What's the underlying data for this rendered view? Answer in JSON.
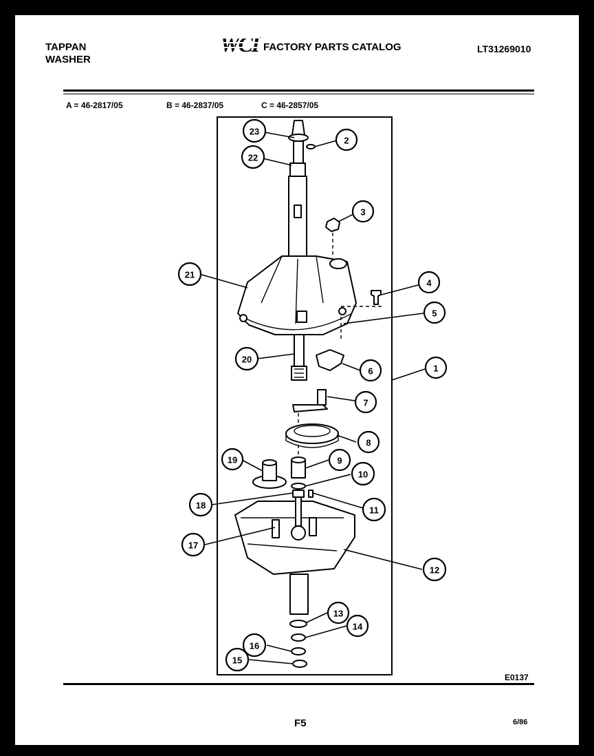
{
  "header": {
    "brand_line1": "TAPPAN",
    "brand_line2": "WASHER",
    "logo_text": "WCI",
    "catalog_title": "FACTORY PARTS CATALOG",
    "catalog_number": "LT31269010"
  },
  "models": {
    "a": "A = 46-2817/05",
    "b": "B = 46-2837/05",
    "c": "C = 46-2857/05"
  },
  "callouts": [
    {
      "number": "1"
    },
    {
      "number": "2"
    },
    {
      "number": "3"
    },
    {
      "number": "4"
    },
    {
      "number": "5"
    },
    {
      "number": "6"
    },
    {
      "number": "7"
    },
    {
      "number": "8"
    },
    {
      "number": "9"
    },
    {
      "number": "10"
    },
    {
      "number": "11"
    },
    {
      "number": "12"
    },
    {
      "number": "13"
    },
    {
      "number": "14"
    },
    {
      "number": "15"
    },
    {
      "number": "16"
    },
    {
      "number": "17"
    },
    {
      "number": "18"
    },
    {
      "number": "19"
    },
    {
      "number": "20"
    },
    {
      "number": "21"
    },
    {
      "number": "22"
    },
    {
      "number": "23"
    }
  ],
  "footer": {
    "drawing_code": "E0137",
    "page_number": "F5",
    "date_code": "6/86"
  }
}
